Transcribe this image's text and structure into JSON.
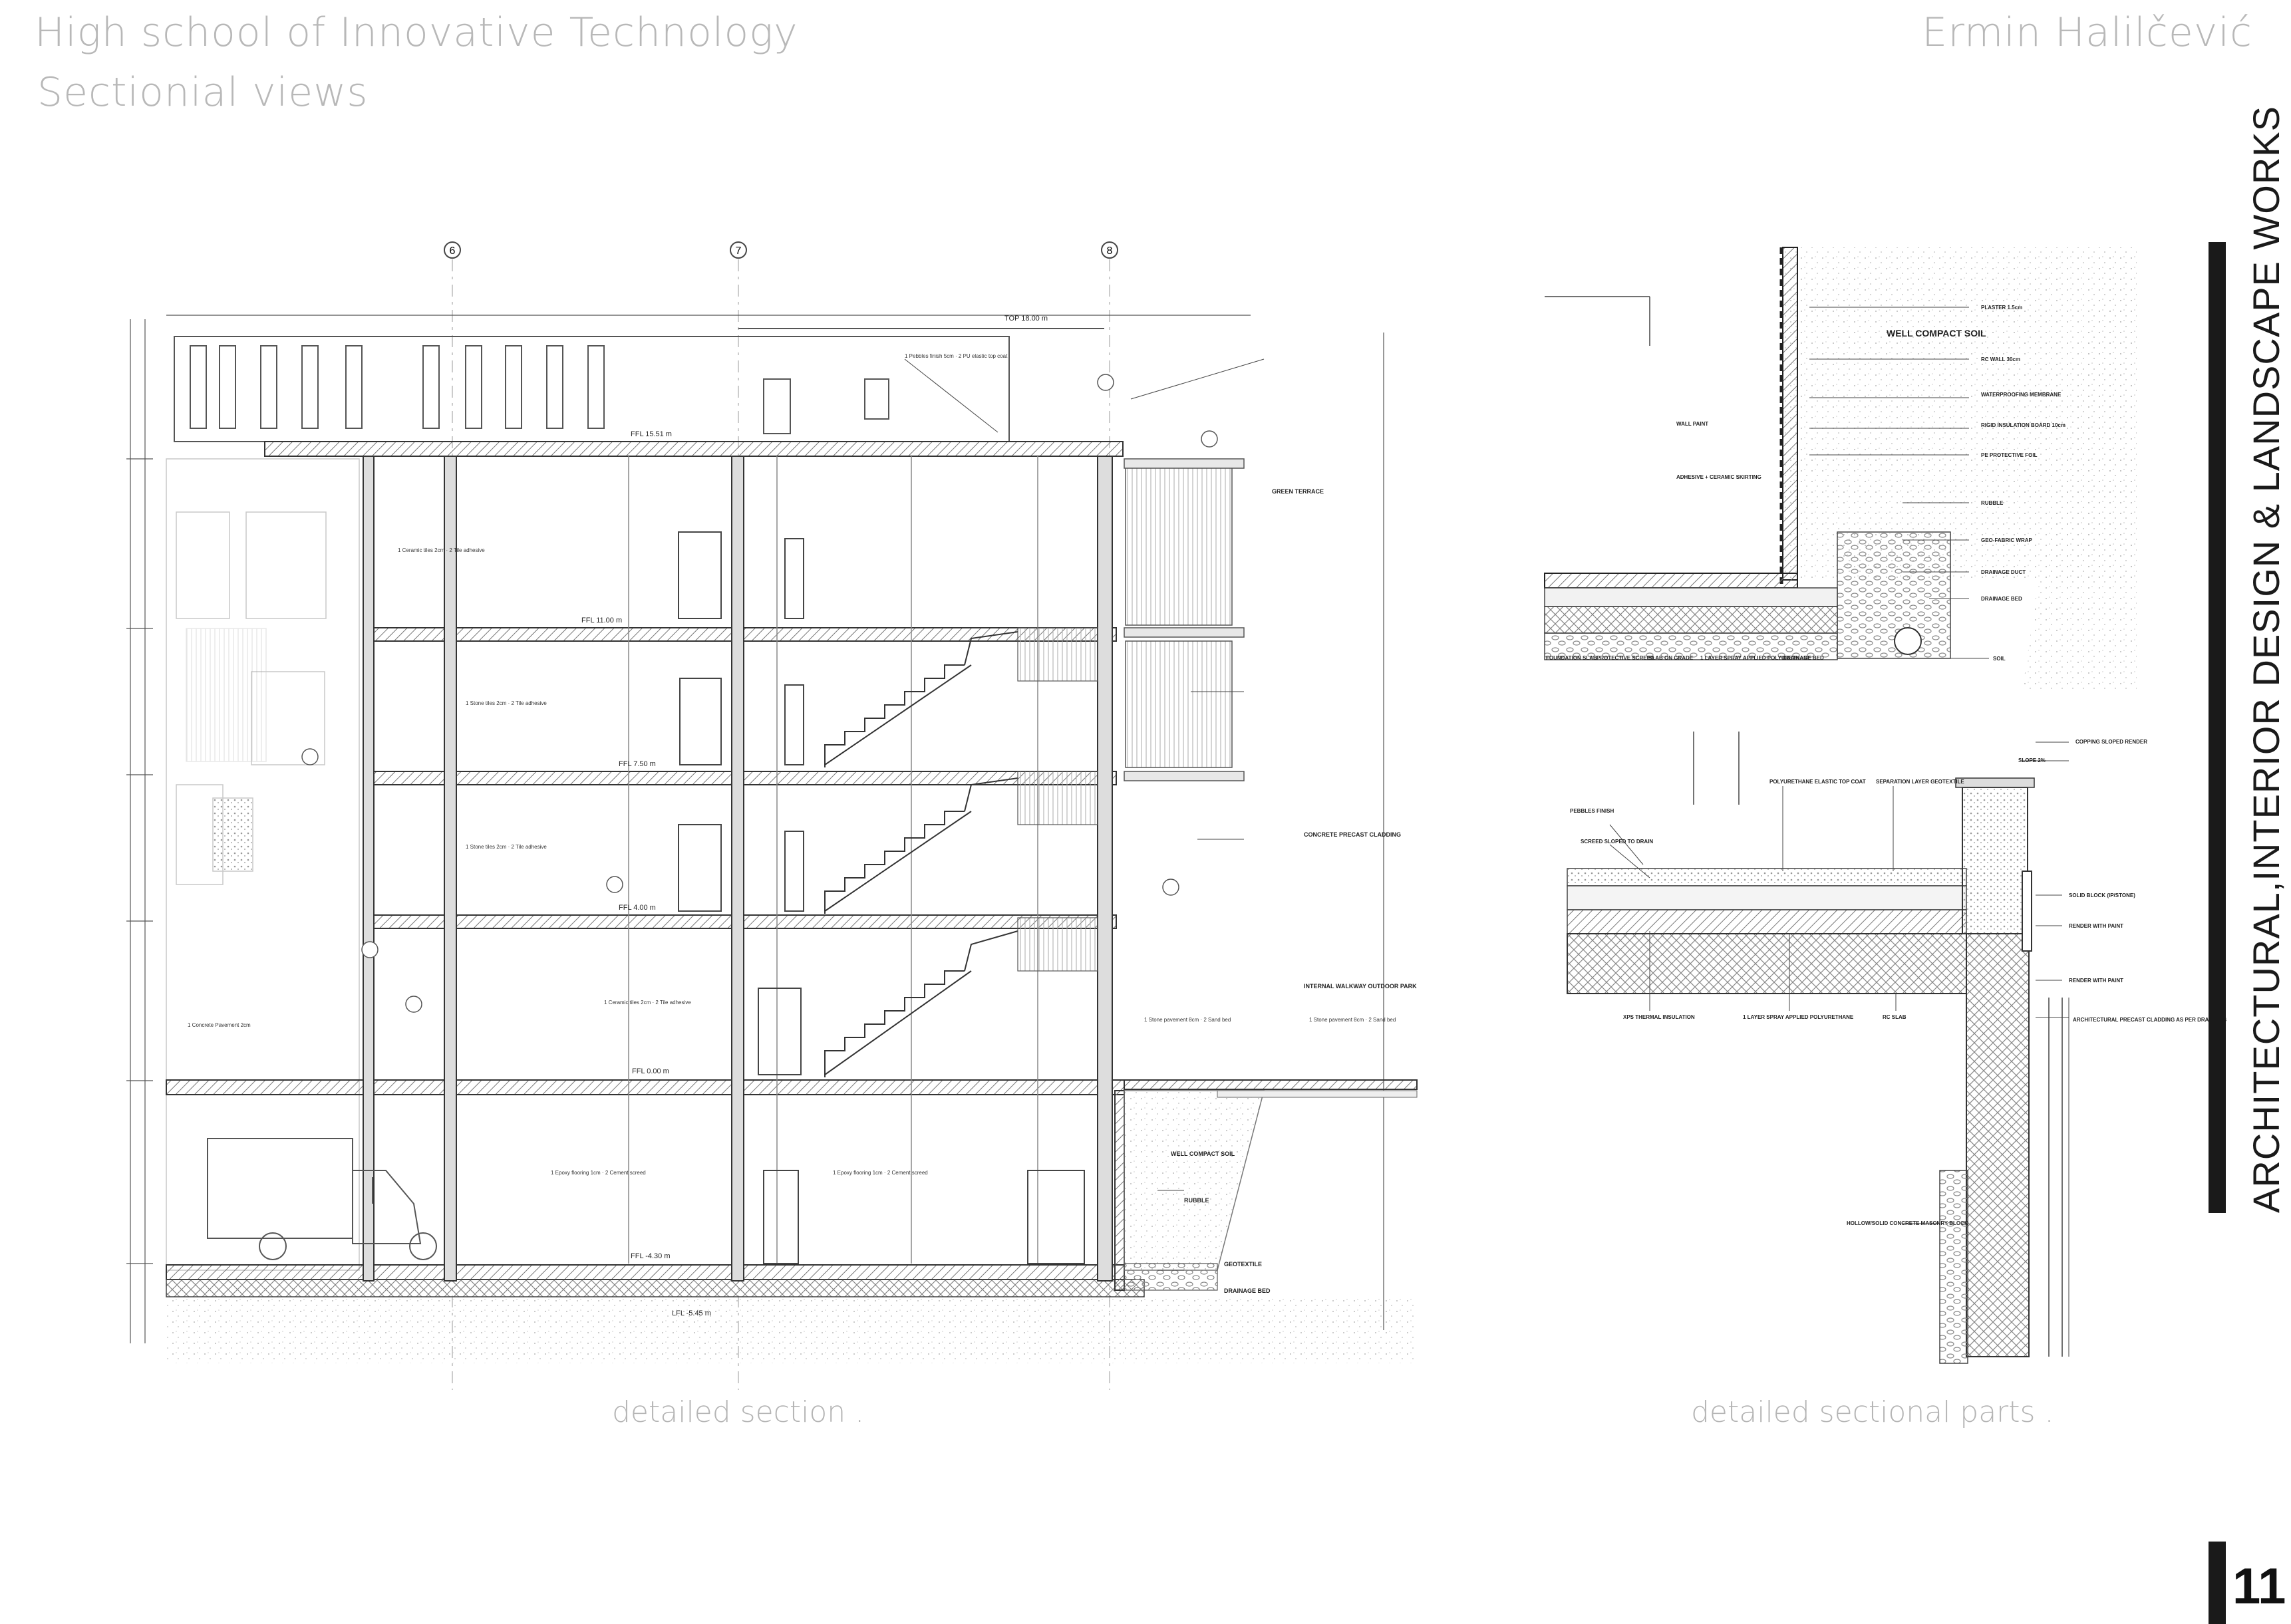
{
  "header": {
    "school": "High school of Innovative Technology",
    "subtitle": "Sectionial views",
    "author": "Ermin Halilčević"
  },
  "captions": {
    "section": "detailed section .",
    "parts": "detailed sectional parts ."
  },
  "side_title": "ARCHITECTURAL,INTERIOR DESIGN & LANDSCAPE WORKS",
  "page_number": "11",
  "section_drawing": {
    "grid_markers": [
      "6",
      "7",
      "8"
    ],
    "levels": [
      "TOP 18.00 m",
      "FFL 15.51 m",
      "FFL 11.00 m",
      "FFL 7.50 m",
      "FFL 4.00 m",
      "FFL 0.00 m",
      "FFL -4.30 m",
      "LFL -5.45 m"
    ],
    "notes": [
      "WELL COMPACT SOIL",
      "RUBBLE",
      "GEOTEXTILE",
      "DRAINAGE BED",
      "GREEN TERRACE",
      "CONCRETE PRECAST CLADDING",
      "INTERNAL WALKWAY OUTDOOR PARK"
    ]
  },
  "detail_top": {
    "title": "WELL COMPACT SOIL",
    "labels": [
      "PLASTER 1.5cm",
      "RC WALL 30cm",
      "WATERPROOFING MEMBRANE",
      "RIGID INSULATION BOARD 10cm",
      "PE PROTECTIVE FOIL",
      "RUBBLE",
      "GEO-FABRIC WRAP",
      "DRAINAGE DUCT",
      "DRAINAGE BED",
      "SOIL",
      "WALL PAINT",
      "ADHESIVE + CERAMIC SKIRTING",
      "FOUNDATION SLAB",
      "PROTECTIVE SCREED",
      "SLAB ON GRADE",
      "1 LAYER SPRAY APPLIED POLYURETHANE",
      "DRAINAGE BED"
    ]
  },
  "detail_bottom": {
    "labels": [
      "COPPING SLOPED RENDER",
      "SLOPE 2%",
      "POLYURETHANE ELASTIC TOP COAT",
      "SEPARATION LAYER GEOTEXTILE",
      "PEBBLES FINISH",
      "SCREED SLOPED TO DRAIN",
      "SOLID BLOCK (IP/STONE)",
      "RENDER WITH PAINT",
      "RENDER WITH PAINT",
      "ARCHITECTURAL PRECAST CLADDING AS PER DRAWINGS",
      "XPS THERMAL INSULATION",
      "1 LAYER SPRAY APPLIED POLYURETHANE",
      "RC SLAB",
      "HOLLOW/SOLID CONCRETE MASONRY BLOCK"
    ]
  }
}
